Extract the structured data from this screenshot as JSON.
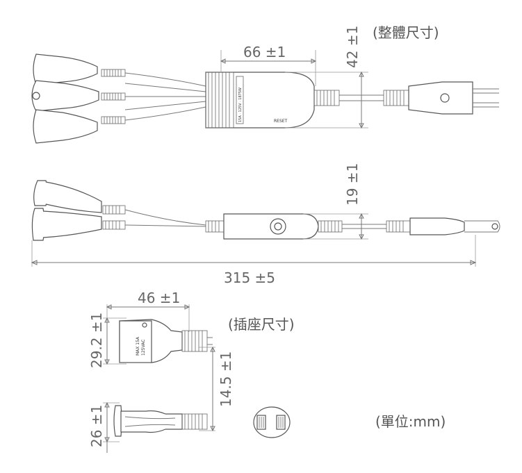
{
  "captions": {
    "overall": "(整體尺寸)",
    "socket": "(插座尺寸)",
    "unit": "(單位:mm)"
  },
  "dimensions": {
    "hub_width": "66 ±1",
    "overall_height": "42 ±1",
    "side_height": "19 ±1",
    "total_length": "315 ±5",
    "socket_width": "46 ±1",
    "socket_height": "29.2 ±1",
    "socket_cable": "14.5 ±1",
    "socket_side": "26 ±1"
  },
  "labels": {
    "reset": "RESET",
    "hub_rating": "15A · 125V · 1875W",
    "socket_rating_1": "MAX 15A",
    "socket_rating_2": "125VAC"
  },
  "colors": {
    "line": "#777777",
    "outline": "#555555",
    "text": "#666666"
  }
}
